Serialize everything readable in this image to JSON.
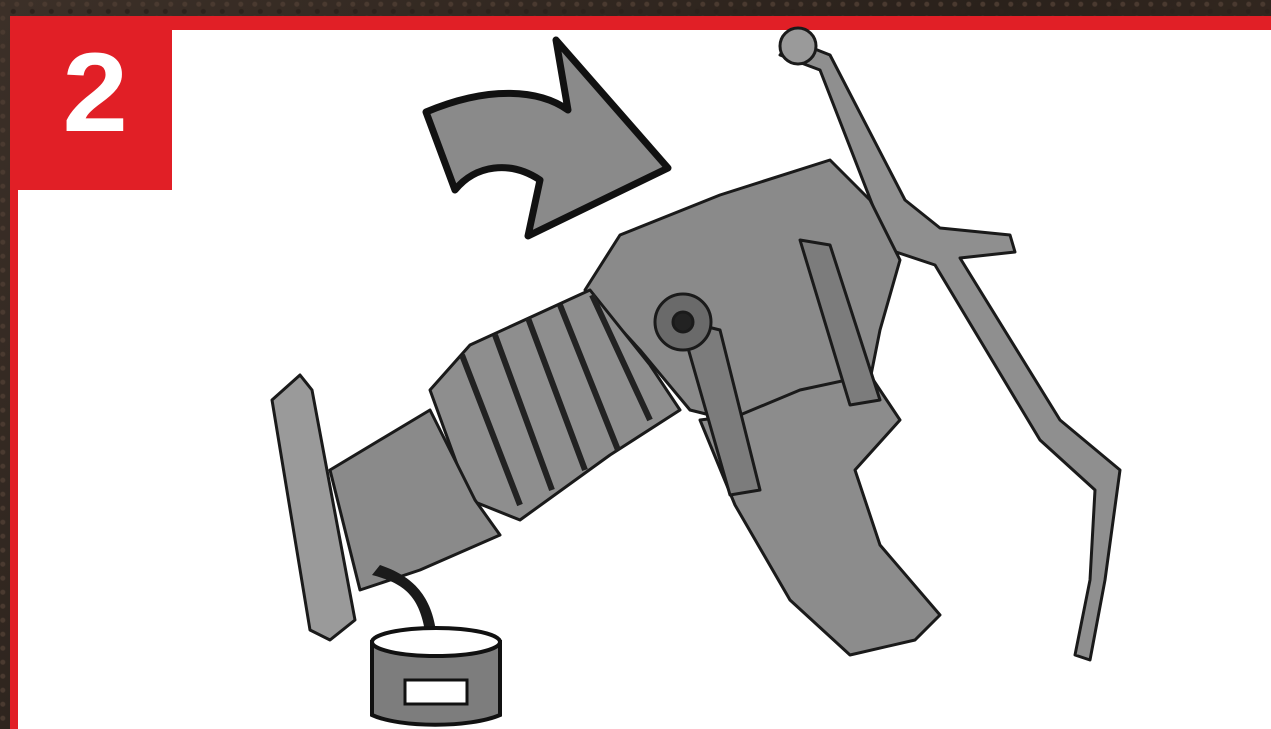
{
  "step": {
    "number": "2"
  },
  "colors": {
    "frame_red": "#e11f26",
    "panel_white": "#ffffff",
    "machine_gray": "#8c8c8c",
    "outline": "#1a1a1a"
  },
  "icons": [
    "rotate-arrow-icon",
    "rammer-machine",
    "drain-container"
  ]
}
